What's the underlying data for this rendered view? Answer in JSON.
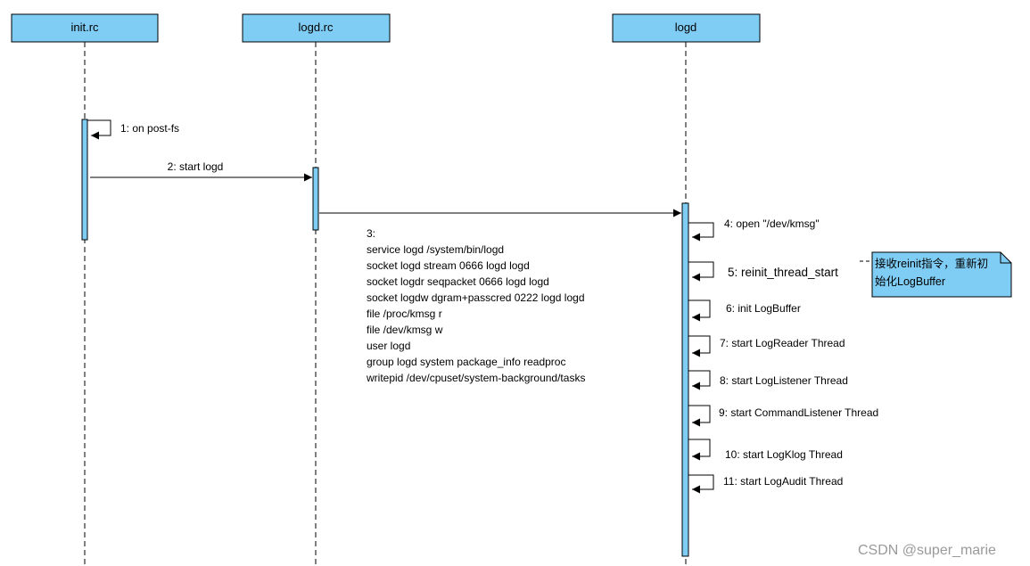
{
  "lifelines": [
    {
      "id": "init",
      "label": "init.rc"
    },
    {
      "id": "logdrc",
      "label": "logd.rc"
    },
    {
      "id": "logd",
      "label": "logd"
    }
  ],
  "messages": [
    {
      "id": "m1",
      "label": "1: on post-fs",
      "from": "init",
      "to": "init"
    },
    {
      "id": "m2",
      "label": "2: start logd",
      "from": "init",
      "to": "logdrc"
    },
    {
      "id": "m3",
      "from": "logdrc",
      "to": "logd",
      "lines": [
        "3:",
        "service logd /system/bin/logd",
        "socket logd stream 0666 logd logd",
        "socket logdr seqpacket 0666 logd logd",
        "socket logdw dgram+passcred 0222 logd logd",
        "file /proc/kmsg r",
        "file /dev/kmsg w",
        "user logd",
        "group logd system package_info readproc",
        "writepid /dev/cpuset/system-background/tasks"
      ]
    },
    {
      "id": "m4",
      "label": "4: open \"/dev/kmsg\"",
      "from": "logd",
      "to": "logd"
    },
    {
      "id": "m5",
      "label": "5: reinit_thread_start",
      "from": "logd",
      "to": "logd"
    },
    {
      "id": "m6",
      "label": "6: init LogBuffer",
      "from": "logd",
      "to": "logd"
    },
    {
      "id": "m7",
      "label": "7: start LogReader Thread",
      "from": "logd",
      "to": "logd"
    },
    {
      "id": "m8",
      "label": "8: start LogListener Thread",
      "from": "logd",
      "to": "logd"
    },
    {
      "id": "m9",
      "label": "9: start CommandListener Thread",
      "from": "logd",
      "to": "logd"
    },
    {
      "id": "m10",
      "label": "10: start LogKlog Thread",
      "from": "logd",
      "to": "logd"
    },
    {
      "id": "m11",
      "label": "11: start LogAudit Thread",
      "from": "logd",
      "to": "logd"
    }
  ],
  "note": {
    "lines": [
      "接收reinit指令，重新初",
      "始化LogBuffer"
    ]
  },
  "watermark": "CSDN @super_marie",
  "colors": {
    "box_fill": "#7fcdf5",
    "box_stroke": "#000000",
    "line": "#000000",
    "watermark": "#9a9a9a"
  }
}
